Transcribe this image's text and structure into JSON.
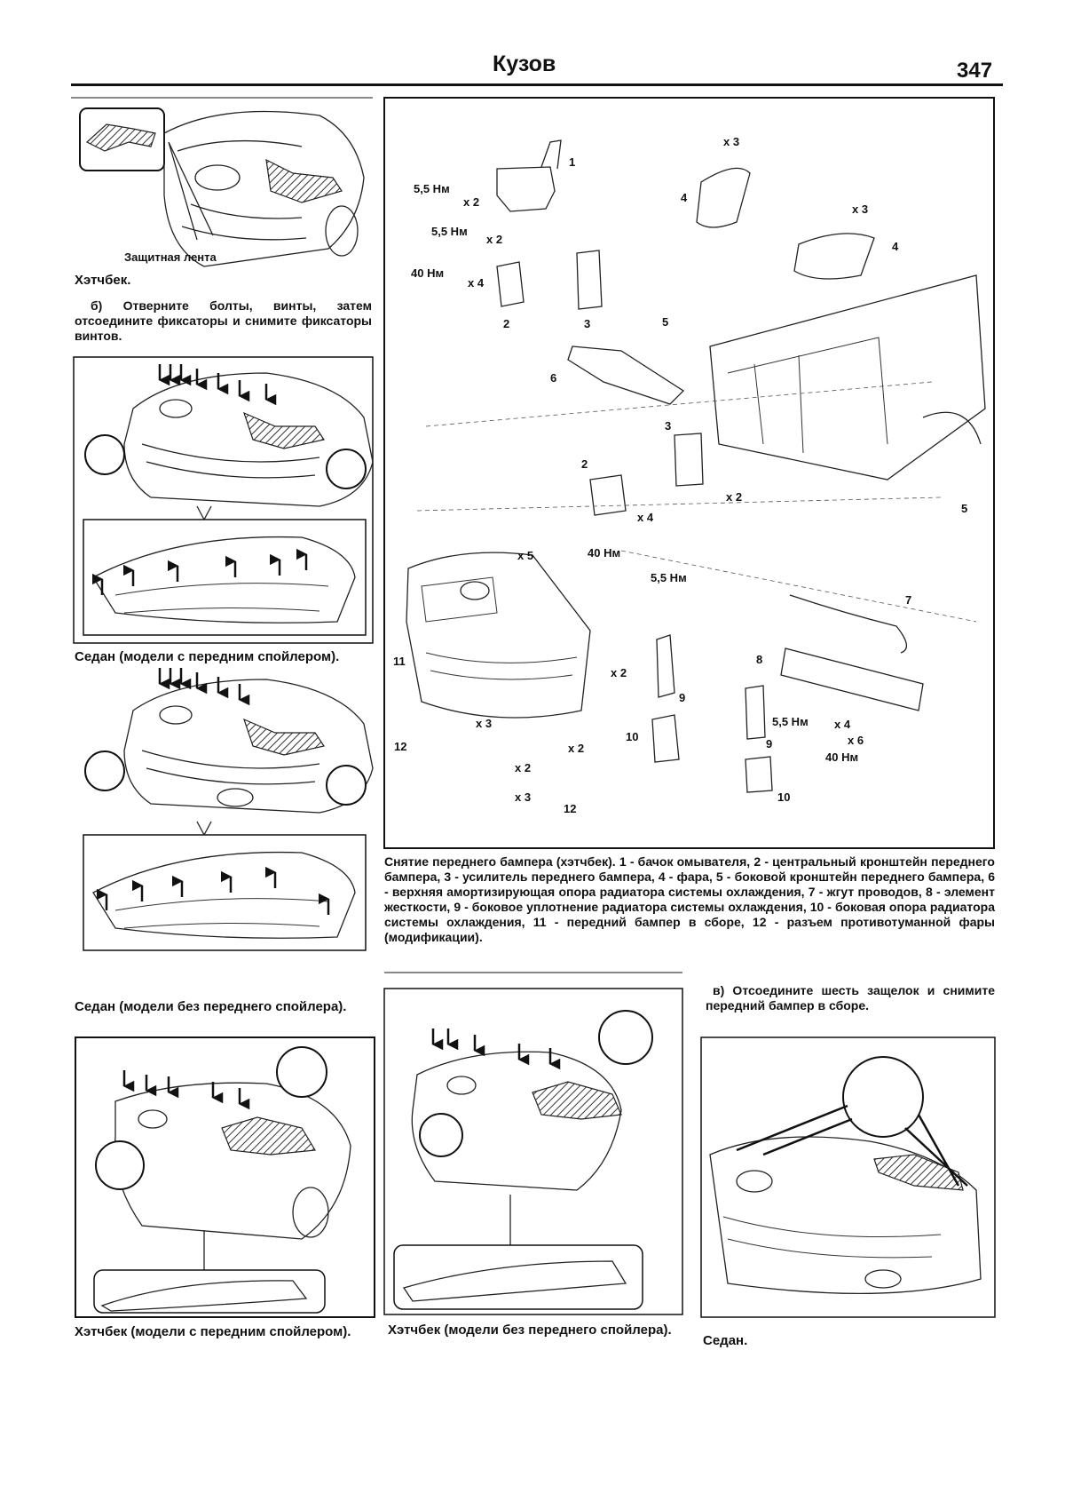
{
  "header": {
    "title": "Кузов",
    "page_number": "347"
  },
  "left_column": {
    "tape_label": "Защитная лента",
    "caption_hatchback": "Хэтчбек.",
    "step_b": "б) Отверните болты, винты, затем отсоедините фиксаторы и снимите фиксаторы винтов.",
    "caption_sedan_spoiler": "Седан (модели с передним спойлером).",
    "caption_sedan_no_spoiler": "Седан (модели без переднего спойлера).",
    "caption_hatch_spoiler": "Хэтчбек (модели с передним спойлером)."
  },
  "exploded_view": {
    "labels": {
      "t_55_x2_a": "5,5 Нм",
      "q_x2_a": "x 2",
      "t_55_x2_b": "5,5 Нм",
      "q_x2_b": "x 2",
      "t_40_x4": "40 Нм",
      "q_x4": "x 4",
      "n1": "1",
      "n2a": "2",
      "n3a": "3",
      "n4a": "4",
      "n4b": "4",
      "q_x3_a": "x 3",
      "q_x3_b": "x 3",
      "n5a": "5",
      "n5b": "5",
      "n6": "6",
      "n3b": "3",
      "n2b": "2",
      "q_x4_b": "x 4",
      "t_40_b": "40 Нм",
      "q_x2_c": "x 2",
      "t_55_c": "5,5 Нм",
      "q_x5": "x 5",
      "n7": "7",
      "n8": "8",
      "n11": "11",
      "q_x2_d": "x 2",
      "n9a": "9",
      "n10a": "10",
      "q_x3_c": "x 3",
      "q_x2_e": "x 2",
      "n12a": "12",
      "q_x2_f": "x 2",
      "q_x3_d": "x 3",
      "n12b": "12",
      "t_55_x4": "5,5 Нм",
      "q_x4_c": "x 4",
      "q_x6": "x 6",
      "t_40_c": "40 Нм",
      "n9b": "9",
      "n10b": "10"
    },
    "caption": "Снятие переднего бампера (хэтчбек). 1 - бачок омывателя, 2 - центральный кронштейн переднего бампера, 3 - усилитель переднего бампера, 4 - фара, 5 - боковой кронштейн переднего бампера, 6 - верхняя амортизирующая опора радиатора системы охлаждения, 7 - жгут проводов, 8 - элемент жесткости, 9 - боковое уплотнение радиатора системы охлаждения, 10 - боковая опора радиатора системы охлаждения, 11 - передний бампер в сборе, 12 - разъем противотуманной фары (модификации)."
  },
  "bottom": {
    "caption_hatch_no_spoiler": "Хэтчбек (модели без переднего спойлера).",
    "step_v": "в) Отсоедините шесть защелок и снимите передний бампер в сборе.",
    "caption_sedan": "Седан."
  }
}
